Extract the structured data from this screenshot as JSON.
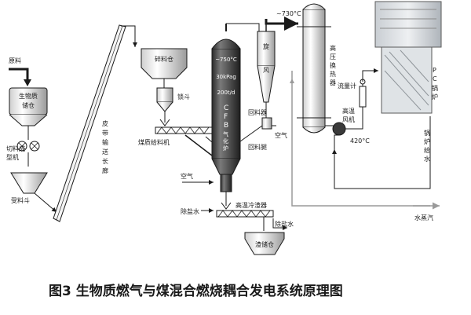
{
  "labels": {
    "raw_material": "原料",
    "biomass_storage": "生物质储仓",
    "cut_forming_machine": "切料成型机",
    "receiving_hopper": "受料斗",
    "belt_corridor": "皮带输送长廊",
    "fine_bin": "碎料仓",
    "lock_hopper": "锁斗",
    "screw_feeder": "煤质给料机",
    "gasifier_temp": "~750°C",
    "gasifier_pressure": "30kPag",
    "gasifier_capacity": "200t/d",
    "gasifier_name": "CFB气化炉",
    "cyclone": "旋风",
    "return_device": "回料器",
    "air_return": "空气",
    "return_leg": "回料腿",
    "air": "空气",
    "slag_water_in": "除盐水",
    "slag_cooler": "高温冷渣器",
    "slag_water_out": "除盐水",
    "slag_bin": "渣储仓",
    "outlet_temp": "~730°C",
    "hp_exchanger": "高压换热器",
    "flowmeter": "流量计",
    "hot_fan": "高温风机",
    "fan_temp": "420°C",
    "pc_boiler": "PC锅炉",
    "boiler_feedwater": "锅炉给水",
    "steam": "水蒸汽"
  },
  "caption": "图3  生物质燃气与煤混合燃烧耦合发电系统原理图",
  "colors": {
    "line": "#1a1a1a",
    "vessel_dark": "#3a3a3a",
    "vessel_light": "#e8e8e8",
    "gray_line": "#9a9a9a"
  }
}
